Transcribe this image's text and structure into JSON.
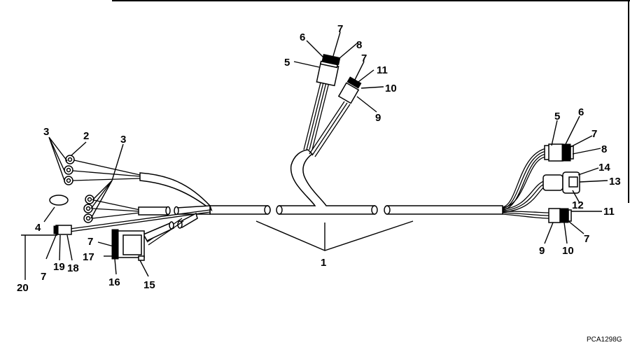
{
  "figure_code": "PCA1298G",
  "callouts": [
    {
      "id": "1-a",
      "text": "1"
    },
    {
      "id": "2-a",
      "text": "2"
    },
    {
      "id": "3-a",
      "text": "3"
    },
    {
      "id": "3-b",
      "text": "3"
    },
    {
      "id": "4-a",
      "text": "4"
    },
    {
      "id": "5-a",
      "text": "5"
    },
    {
      "id": "5-b",
      "text": "5"
    },
    {
      "id": "6-a",
      "text": "6"
    },
    {
      "id": "6-b",
      "text": "6"
    },
    {
      "id": "7-a",
      "text": "7"
    },
    {
      "id": "7-b",
      "text": "7"
    },
    {
      "id": "7-c",
      "text": "7"
    },
    {
      "id": "7-d",
      "text": "7"
    },
    {
      "id": "7-e",
      "text": "7"
    },
    {
      "id": "7-f",
      "text": "7"
    },
    {
      "id": "8-a",
      "text": "8"
    },
    {
      "id": "8-b",
      "text": "8"
    },
    {
      "id": "9-a",
      "text": "9"
    },
    {
      "id": "9-b",
      "text": "9"
    },
    {
      "id": "10-a",
      "text": "10"
    },
    {
      "id": "10-b",
      "text": "10"
    },
    {
      "id": "11-a",
      "text": "11"
    },
    {
      "id": "11-b",
      "text": "11"
    },
    {
      "id": "12-a",
      "text": "12"
    },
    {
      "id": "13-a",
      "text": "13"
    },
    {
      "id": "14-a",
      "text": "14"
    },
    {
      "id": "15-a",
      "text": "15"
    },
    {
      "id": "16-a",
      "text": "16"
    },
    {
      "id": "17-a",
      "text": "17"
    },
    {
      "id": "18-a",
      "text": "18"
    },
    {
      "id": "19-a",
      "text": "19"
    },
    {
      "id": "20-a",
      "text": "20"
    }
  ]
}
